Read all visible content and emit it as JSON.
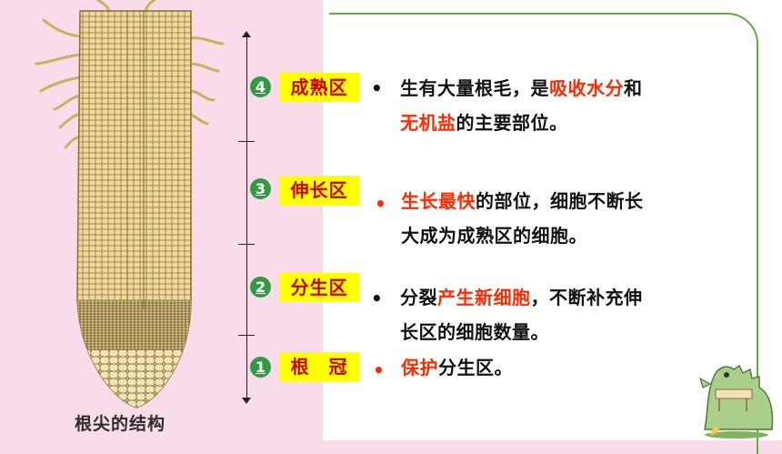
{
  "caption": "根尖的结构",
  "zones": [
    {
      "num": "4",
      "label": "成熟区",
      "line1": [
        {
          "t": "生有大量根毛，是"
        },
        {
          "t": "吸收水分",
          "hl": true
        },
        {
          "t": "和"
        }
      ],
      "line2": [
        {
          "t": "无机盐",
          "hl": true
        },
        {
          "t": "的主要部位。"
        }
      ]
    },
    {
      "num": "3",
      "label": "伸长区",
      "line1": [
        {
          "t": "生长最快",
          "hl": true
        },
        {
          "t": "的部位，细胞不断长"
        }
      ],
      "line2": [
        {
          "t": "大成为成熟区的细胞。"
        }
      ]
    },
    {
      "num": "2",
      "label": "分生区",
      "line1": [
        {
          "t": "分裂"
        },
        {
          "t": "产生新细胞",
          "hl": true
        },
        {
          "t": "，不断补充伸"
        }
      ],
      "line2": [
        {
          "t": "长区的细胞数量。"
        }
      ]
    },
    {
      "num": "1",
      "label": "根　冠",
      "line1": [
        {
          "t": "保护",
          "hl": true
        },
        {
          "t": "分生区。"
        }
      ],
      "line2": []
    }
  ],
  "colors": {
    "highlight": "#ff2a00",
    "label_bg": "#ffff00",
    "label_text": "#c80000",
    "number_bg": "#2f9d3f",
    "frame": "#5fae3f",
    "bullet_red": "#ff2a00"
  }
}
